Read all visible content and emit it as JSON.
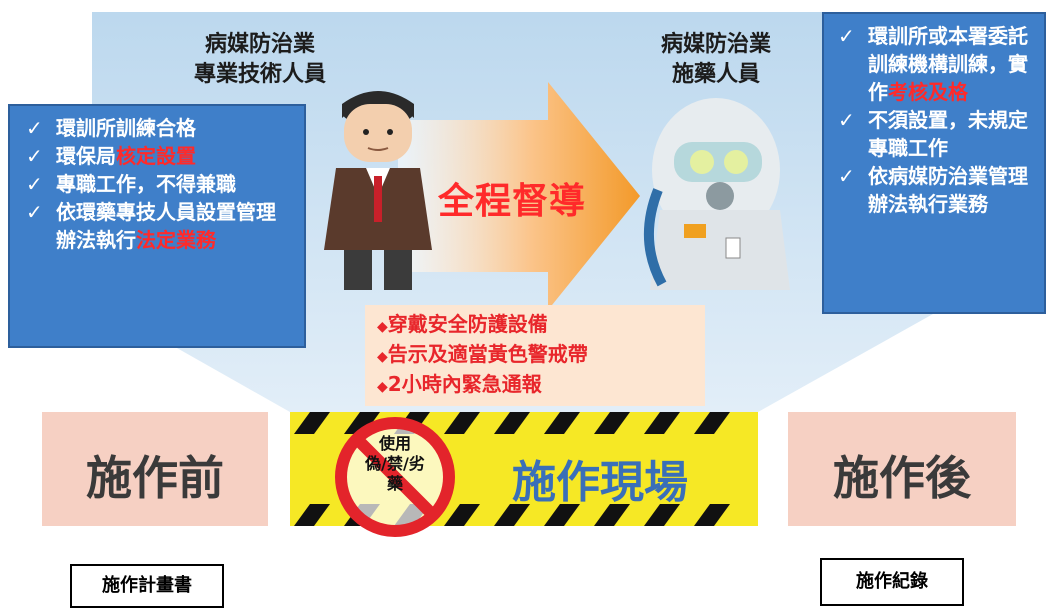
{
  "left_role": {
    "line1": "病媒防治業",
    "line2": "專業技術人員"
  },
  "right_role": {
    "line1": "病媒防治業",
    "line2": "施藥人員"
  },
  "arrow_label": "全程督導",
  "left_list": [
    {
      "parts": [
        "環訓所訓練合格"
      ],
      "red": []
    },
    {
      "parts": [
        "環保局",
        "核定設置"
      ],
      "red": [
        1
      ]
    },
    {
      "parts": [
        "專職工作，不得兼職"
      ],
      "red": []
    },
    {
      "parts": [
        "依環藥專技人員設置管理辦法執行",
        "法定業務"
      ],
      "red": [
        1
      ]
    }
  ],
  "right_list": [
    {
      "parts": [
        "環訓所或本署委託訓練機構訓練，實作",
        "考核及格"
      ],
      "red": [
        1
      ]
    },
    {
      "parts": [
        "不須設置，未規定專職工作"
      ],
      "red": []
    },
    {
      "parts": [
        "依病媒防治業管理辦法執行業務"
      ],
      "red": []
    }
  ],
  "check_symbol": "✓",
  "warning_items": [
    {
      "bullet": "◆",
      "text": "穿戴安全防護設備"
    },
    {
      "bullet": "◆",
      "text": "告示及適當黃色警戒帶"
    },
    {
      "bullet": "◆",
      "text": "2小時內緊急通報"
    }
  ],
  "stages": {
    "before": "施作前",
    "site": "施作現場",
    "after": "施作後"
  },
  "prohibition_sign": {
    "line1": "使用",
    "line2": "偽/禁/劣",
    "line3": "藥"
  },
  "documents": {
    "before": "施作計畫書",
    "after": "施作紀錄"
  },
  "colors": {
    "panel_bg": "#cfe3f2",
    "list_blue": "#3f7fc9",
    "accent_red": "#ff2a2a",
    "tape_yellow": "#f6e825",
    "stage_pink": "#f6d0c3"
  }
}
